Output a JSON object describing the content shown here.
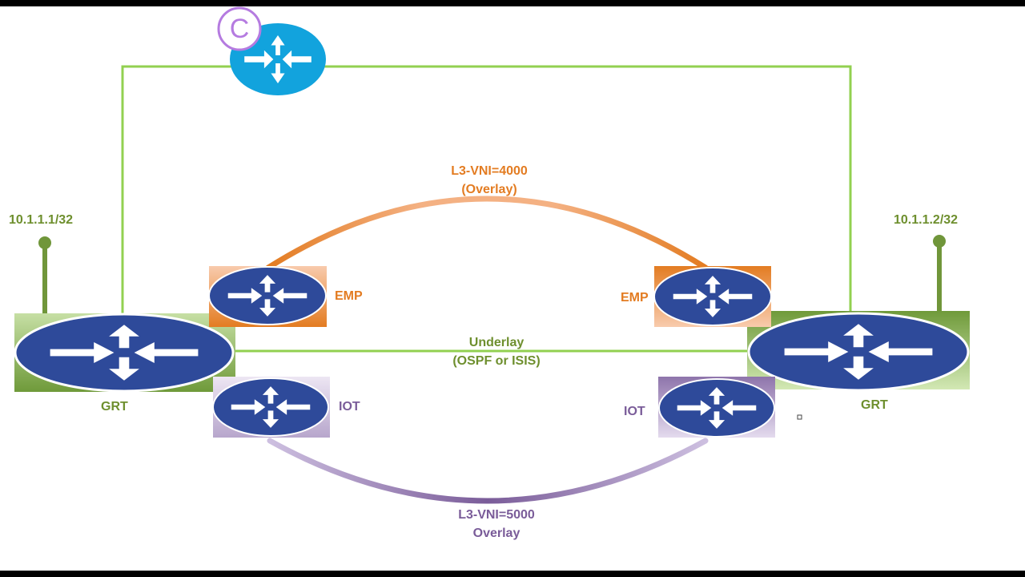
{
  "colors": {
    "green_link": "#92d050",
    "grt_green": "#70963a",
    "label_green": "#6e8f2e",
    "emp_orange": "#e37c22",
    "iot_purple": "#7a5c99",
    "router_blue": "#2e4a9a",
    "controller_blue": "#12a3dd",
    "controller_badge": "#b57be0"
  },
  "icons": {
    "router": "router-arrows-icon",
    "controller_badge": "copyright-c-icon",
    "loopback": "loopback-pin-icon"
  },
  "labels": {
    "left_loopback": "10.1.1.1/32",
    "right_loopback": "10.1.1.2/32",
    "left_grt": "GRT",
    "right_grt": "GRT",
    "left_emp": "EMP",
    "right_emp": "EMP",
    "left_iot": "IOT",
    "right_iot": "IOT",
    "emp_vni": "L3-VNI=4000",
    "emp_overlay": "(Overlay)",
    "underlay": "Underlay",
    "underlay_protocol": "(OSPF or ISIS)",
    "iot_vni": "L3-VNI=5000",
    "iot_overlay": "Overlay",
    "controller_badge": "C"
  }
}
